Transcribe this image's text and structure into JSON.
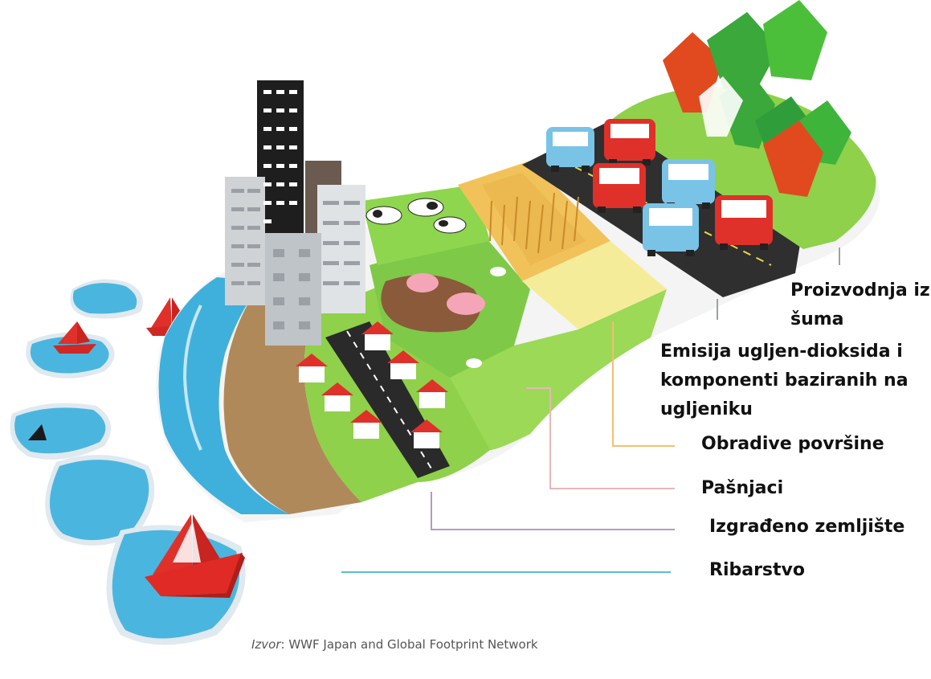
{
  "labels": {
    "forest_line1": "Proizvodnja iz",
    "forest_line2": "šuma",
    "carbon_line1": "Emisija ugljen-dioksida i",
    "carbon_line2": "komponenti baziranih na",
    "carbon_line3": "ugljeniku",
    "cropland": "Obradive površine",
    "grazing": "Pašnjaci",
    "built_up": "Izgrađeno zemljište",
    "fishing": "Ribarstvo"
  },
  "source": {
    "prefix": "Izvor",
    "text": ": WWF Japan and Global Footprint Network"
  },
  "colors": {
    "water": "#3fb0dc",
    "grass": "#8fd14a",
    "field": "#f0e08a",
    "road": "#2a2a2a",
    "car_red": "#e0302a",
    "car_blue": "#79c3e6",
    "tree_green": "#3aa83a",
    "tree_red": "#e04a1e",
    "line_forest": "#9aa3a6",
    "line_carbon": "#9aa3a6",
    "line_cropland": "#f0c070",
    "line_grazing": "#e6b8b8",
    "line_built": "#b699c9",
    "line_fishing": "#5bbcd6"
  }
}
